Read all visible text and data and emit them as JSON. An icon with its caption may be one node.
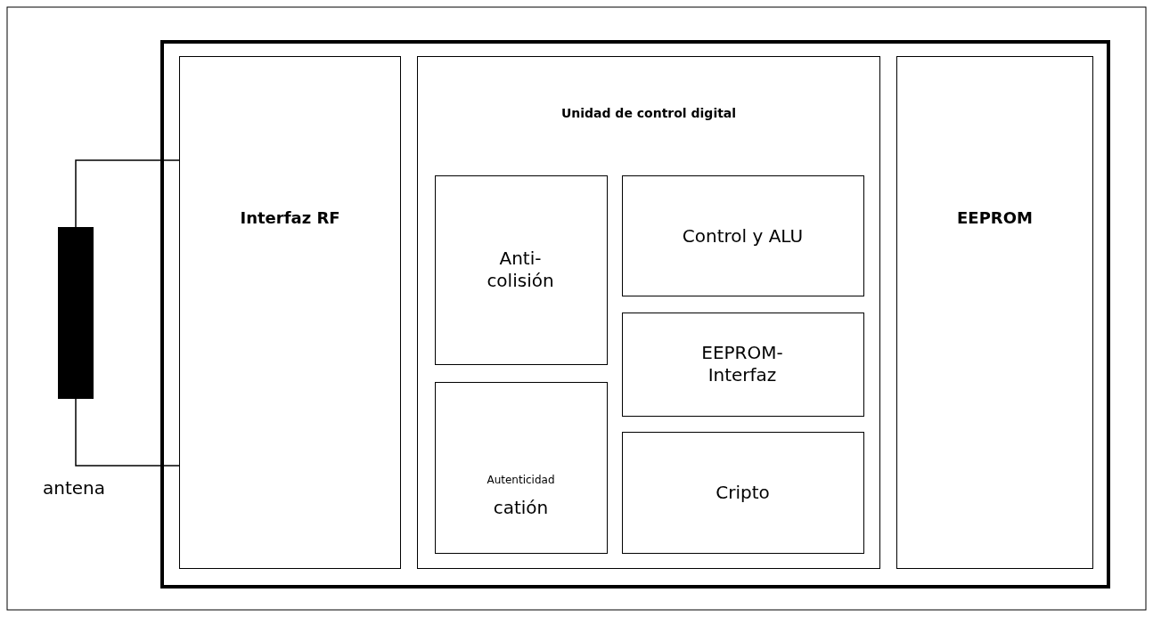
{
  "diagram": {
    "nodes": [
      {
        "text": [],
        "shape": "box"
      },
      {
        "text": [
          "Interfaz RF"
        ],
        "in": 0
      },
      {
        "text": [
          "Unidad de control digital"
        ],
        "in": 0
      },
      {
        "text": [
          "Anti- colisión"
        ],
        "in": 2
      },
      {
        "text": [
          "Control y ALU"
        ],
        "in": 2
      },
      {
        "text": [
          "EEPROM- Interfaz"
        ],
        "in": 2
      },
      {
        "text": [
          "Autenticidad",
          "catión"
        ],
        "in": 2
      },
      {
        "text": [
          "Cripto"
        ],
        "in": 2
      },
      {
        "text": [
          "EEPROM"
        ],
        "in": 0
      },
      {
        "text": [],
        "shape": "bar"
      }
    ],
    "labels": [
      "antena"
    ],
    "edges": [
      {
        "from": 9,
        "to": 1,
        "arrow": "none"
      },
      {
        "from": 9,
        "to": 1,
        "arrow": "none"
      }
    ]
  }
}
